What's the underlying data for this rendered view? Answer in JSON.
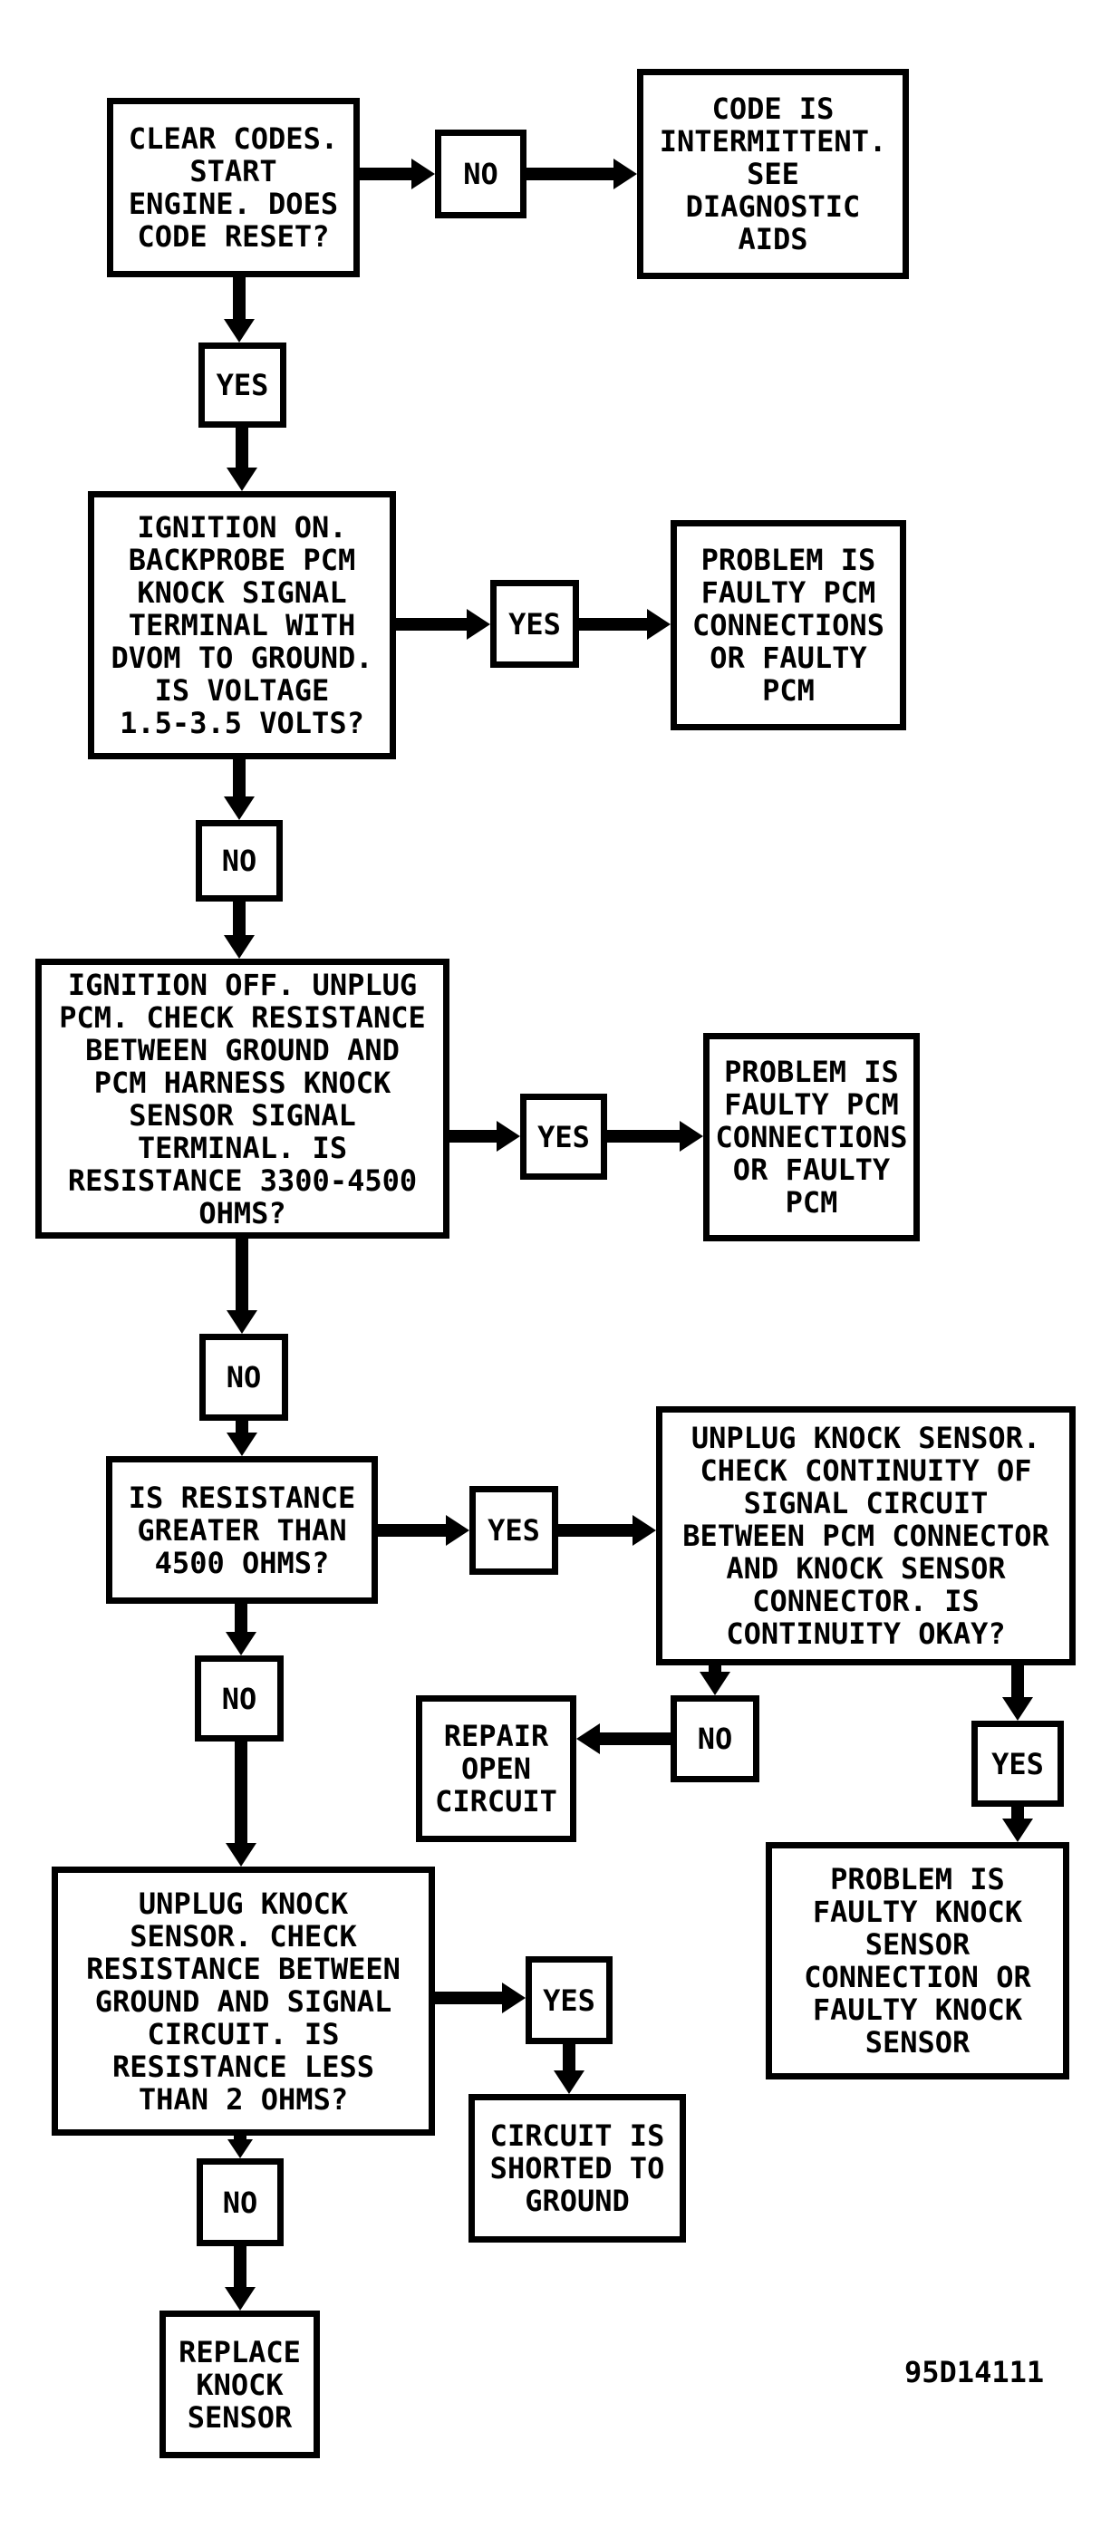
{
  "figure": {
    "id": "95D14111",
    "description": "Knock sensor diagnostic flowchart"
  },
  "palette": {
    "line": "#000000",
    "background": "#ffffff"
  },
  "flowchart": {
    "nodes": {
      "step_clear_codes": {
        "text": "CLEAR CODES.\nSTART\nENGINE. DOES\nCODE RESET?"
      },
      "label_no_1": {
        "text": "NO"
      },
      "result_code_intermittent": {
        "text": "CODE IS\nINTERMITTENT.\nSEE\nDIAGNOSTIC\nAIDS"
      },
      "label_yes_1": {
        "text": "YES"
      },
      "step_ignition_on": {
        "text": "IGNITION ON.\nBACKPROBE PCM\nKNOCK SIGNAL\nTERMINAL WITH\nDVOM TO GROUND.\nIS VOLTAGE\n1.5-3.5 VOLTS?"
      },
      "label_yes_2": {
        "text": "YES"
      },
      "result_faulty_pcm_1": {
        "text": "PROBLEM IS\nFAULTY PCM\nCONNECTIONS\nOR FAULTY\nPCM"
      },
      "label_no_2": {
        "text": "NO"
      },
      "step_ignition_off": {
        "text": "IGNITION OFF. UNPLUG\nPCM. CHECK RESISTANCE\nBETWEEN GROUND AND\nPCM HARNESS KNOCK\nSENSOR SIGNAL\nTERMINAL. IS\nRESISTANCE 3300-4500\nOHMS?"
      },
      "label_yes_3": {
        "text": "YES"
      },
      "result_faulty_pcm_2": {
        "text": "PROBLEM IS\nFAULTY PCM\nCONNECTIONS\nOR FAULTY\nPCM"
      },
      "label_no_3": {
        "text": "NO"
      },
      "step_resistance_greater": {
        "text": "IS RESISTANCE\nGREATER THAN\n4500 OHMS?"
      },
      "label_yes_4": {
        "text": "YES"
      },
      "step_check_continuity": {
        "text": "UNPLUG KNOCK SENSOR.\nCHECK CONTINUITY OF\nSIGNAL CIRCUIT\nBETWEEN PCM CONNECTOR\nAND KNOCK SENSOR\nCONNECTOR. IS\nCONTINUITY OKAY?"
      },
      "label_no_4": {
        "text": "NO"
      },
      "label_no_5": {
        "text": "NO"
      },
      "result_repair_open_circuit": {
        "text": "REPAIR\nOPEN\nCIRCUIT"
      },
      "label_yes_5": {
        "text": "YES"
      },
      "result_faulty_knock_sensor": {
        "text": "PROBLEM IS\nFAULTY KNOCK\nSENSOR\nCONNECTION OR\nFAULTY KNOCK\nSENSOR"
      },
      "step_resistance_less": {
        "text": "UNPLUG KNOCK\nSENSOR. CHECK\nRESISTANCE BETWEEN\nGROUND AND SIGNAL\nCIRCUIT. IS\nRESISTANCE LESS\nTHAN 2 OHMS?"
      },
      "label_yes_6": {
        "text": "YES"
      },
      "result_circuit_shorted": {
        "text": "CIRCUIT IS\nSHORTED TO\nGROUND"
      },
      "label_no_6": {
        "text": "NO"
      },
      "result_replace_knock_sensor": {
        "text": "REPLACE\nKNOCK\nSENSOR"
      }
    }
  }
}
